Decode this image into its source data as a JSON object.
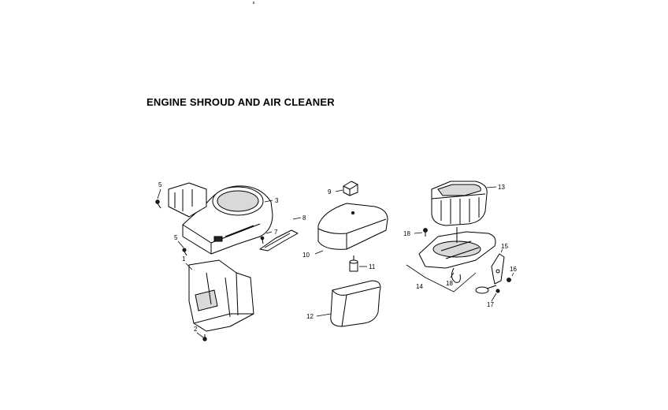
{
  "title": "ENGINE SHROUD AND AIR CLEANER",
  "callouts": {
    "c1": "1",
    "c2": "2",
    "c3": "3",
    "c5a": "5",
    "c5b": "5",
    "c7": "7",
    "c8": "8",
    "c9": "9",
    "c10": "10",
    "c11": "11",
    "c12": "12",
    "c13": "13",
    "c14": "14",
    "c15": "15",
    "c16": "16",
    "c17": "17",
    "c18a": "18",
    "c18b": "18"
  }
}
